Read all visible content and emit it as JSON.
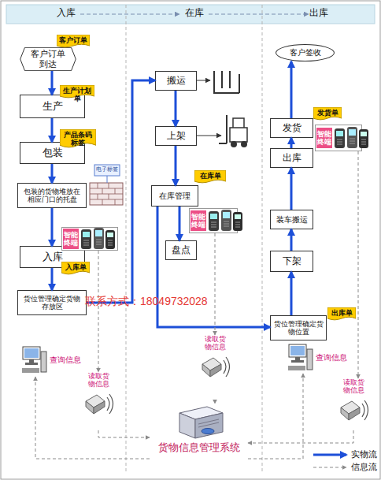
{
  "diagram": {
    "nodes": [
      {
        "text": [
          "客户订单到达"
        ]
      },
      {
        "text": [
          "客户订单"
        ]
      },
      {
        "text": [
          "生产"
        ]
      },
      {
        "text": [
          "生产计划单"
        ]
      },
      {
        "text": [
          "包装"
        ]
      },
      {
        "text": [
          "产品条码标签"
        ]
      },
      {
        "text": [
          "包装的货物堆放在相应门口的托盘"
        ]
      },
      {
        "text": [
          "入库"
        ]
      },
      {
        "text": [
          "智能终端"
        ]
      },
      {
        "text": [
          "入库单"
        ]
      },
      {
        "text": [
          "货位管理确定货物存放区"
        ]
      },
      {
        "text": [
          "查询信息"
        ]
      },
      {
        "text": [
          "读取货物信息"
        ]
      },
      {
        "text": [
          "搬运"
        ]
      },
      {
        "text": [
          "上架"
        ]
      },
      {
        "text": [
          "在库管理"
        ]
      },
      {
        "text": [
          "在库单"
        ]
      },
      {
        "text": [
          "智能终端"
        ]
      },
      {
        "text": [
          "盘点"
        ]
      },
      {
        "text": [
          "读取货物信息"
        ]
      },
      {
        "text": [
          "货物信息管理系统"
        ]
      },
      {
        "text": [
          "客户签收"
        ]
      },
      {
        "text": [
          "发货"
        ]
      },
      {
        "text": [
          "发货单"
        ]
      },
      {
        "text": [
          "智能终端"
        ]
      },
      {
        "text": [
          "出库"
        ]
      },
      {
        "text": [
          "装车搬运"
        ]
      },
      {
        "text": [
          "下架"
        ]
      },
      {
        "text": [
          "货位管理确定货物位置"
        ]
      },
      {
        "text": [
          "出库单"
        ]
      },
      {
        "text": [
          "查询信息"
        ]
      },
      {
        "text": [
          "读取货物信息"
        ]
      }
    ],
    "edges": [
      {
        "from": 0,
        "to": 2,
        "arrow": "to"
      },
      {
        "from": 2,
        "to": 4,
        "arrow": "to"
      },
      {
        "from": 4,
        "to": 6,
        "arrow": "to"
      },
      {
        "from": 6,
        "to": 7,
        "arrow": "to"
      },
      {
        "from": 7,
        "to": 10,
        "arrow": "to"
      },
      {
        "from": 10,
        "to": 13,
        "arrow": "to"
      },
      {
        "from": 13,
        "to": 14,
        "arrow": "to"
      },
      {
        "from": 14,
        "to": 15,
        "arrow": "to"
      },
      {
        "from": 15,
        "to": 18,
        "arrow": "to"
      },
      {
        "from": 15,
        "to": 28,
        "arrow": "to"
      },
      {
        "from": 28,
        "to": 27,
        "arrow": "to"
      },
      {
        "from": 27,
        "to": 26,
        "arrow": "to"
      },
      {
        "from": 26,
        "to": 25,
        "arrow": "to"
      },
      {
        "from": 25,
        "to": 22,
        "arrow": "to"
      },
      {
        "from": 22,
        "to": 21,
        "arrow": "to"
      },
      {
        "from": 8,
        "to": 12,
        "arrow": "to"
      },
      {
        "from": 17,
        "to": 19,
        "arrow": "to"
      },
      {
        "from": 24,
        "to": 31,
        "arrow": "to"
      },
      {
        "from": 12,
        "to": 20,
        "arrow": "to"
      },
      {
        "from": 19,
        "to": 20,
        "arrow": "to"
      },
      {
        "from": 31,
        "to": 20,
        "arrow": "to"
      },
      {
        "from": 20,
        "to": 11,
        "arrow": "to"
      },
      {
        "from": 20,
        "to": 30,
        "arrow": "to"
      }
    ],
    "labels": [
      "入库",
      "在库",
      "出库",
      "电子标签",
      "联系方式：18049732028"
    ],
    "legend": [
      {
        "text": "实物流"
      },
      {
        "text": "信息流"
      }
    ]
  }
}
